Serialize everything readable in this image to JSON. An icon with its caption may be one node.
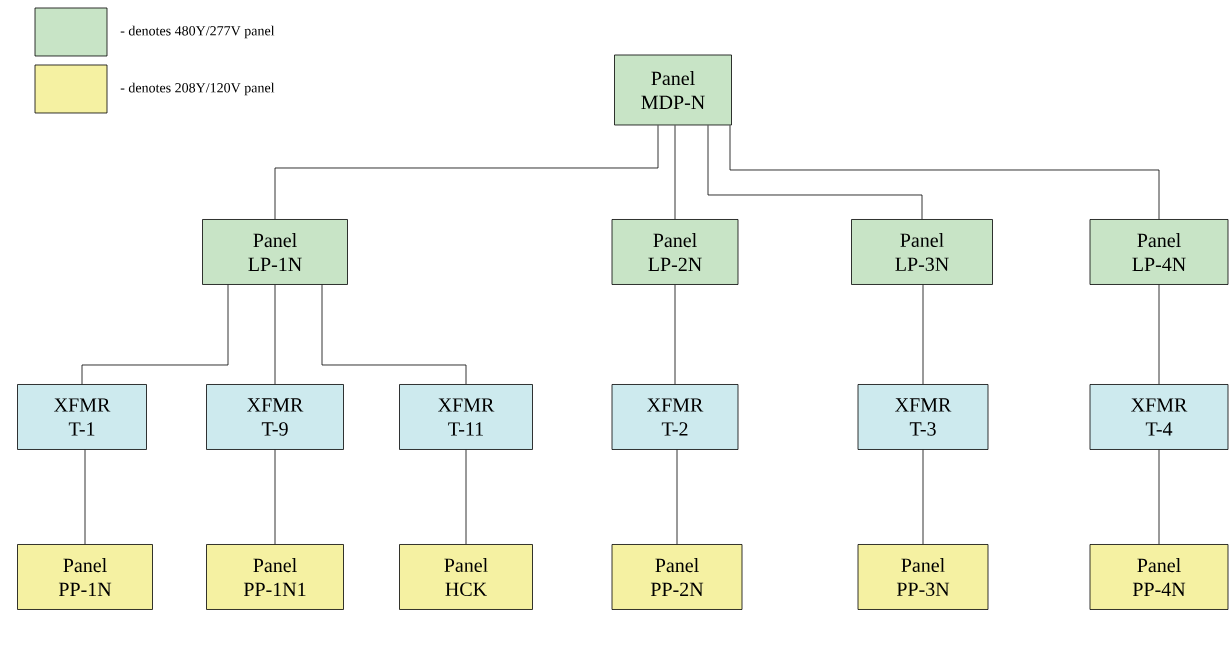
{
  "diagram": {
    "nodes": [
      {
        "text": [
          "Panel MDP-N"
        ]
      },
      {
        "text": [
          "Panel LP-1N"
        ]
      },
      {
        "text": [
          "Panel LP-2N"
        ]
      },
      {
        "text": [
          "Panel LP-3N"
        ]
      },
      {
        "text": [
          "Panel LP-4N"
        ]
      },
      {
        "text": [
          "XFMR T-1"
        ]
      },
      {
        "text": [
          "XFMR T-9"
        ]
      },
      {
        "text": [
          "XFMR T-11"
        ]
      },
      {
        "text": [
          "XFMR T-2"
        ]
      },
      {
        "text": [
          "XFMR T-3"
        ]
      },
      {
        "text": [
          "XFMR T-4"
        ]
      },
      {
        "text": [
          "Panel PP-1N"
        ]
      },
      {
        "text": [
          "Panel PP-1N1"
        ]
      },
      {
        "text": [
          "Panel HCK"
        ]
      },
      {
        "text": [
          "Panel PP-2N"
        ]
      },
      {
        "text": [
          "Panel PP-3N"
        ]
      },
      {
        "text": [
          "Panel PP-4N"
        ]
      }
    ],
    "edges": [
      {
        "from": 0,
        "to": 1,
        "arrow": "none"
      },
      {
        "from": 0,
        "to": 2,
        "arrow": "none"
      },
      {
        "from": 0,
        "to": 3,
        "arrow": "none"
      },
      {
        "from": 0,
        "to": 4,
        "arrow": "none"
      },
      {
        "from": 1,
        "to": 5,
        "arrow": "none"
      },
      {
        "from": 1,
        "to": 6,
        "arrow": "none"
      },
      {
        "from": 1,
        "to": 7,
        "arrow": "none"
      },
      {
        "from": 2,
        "to": 8,
        "arrow": "none"
      },
      {
        "from": 3,
        "to": 9,
        "arrow": "none"
      },
      {
        "from": 4,
        "to": 10,
        "arrow": "none"
      },
      {
        "from": 5,
        "to": 11,
        "arrow": "none"
      },
      {
        "from": 6,
        "to": 12,
        "arrow": "none"
      },
      {
        "from": 7,
        "to": 13,
        "arrow": "none"
      },
      {
        "from": 8,
        "to": 14,
        "arrow": "none"
      },
      {
        "from": 9,
        "to": 15,
        "arrow": "none"
      },
      {
        "from": 10,
        "to": 16,
        "arrow": "none"
      }
    ],
    "legend": [
      {
        "text": "- denotes 480Y/277V panel",
        "color": "#c8e4c6"
      },
      {
        "text": "- denotes 208Y/120V panel",
        "color": "#f5f1a2"
      }
    ]
  }
}
